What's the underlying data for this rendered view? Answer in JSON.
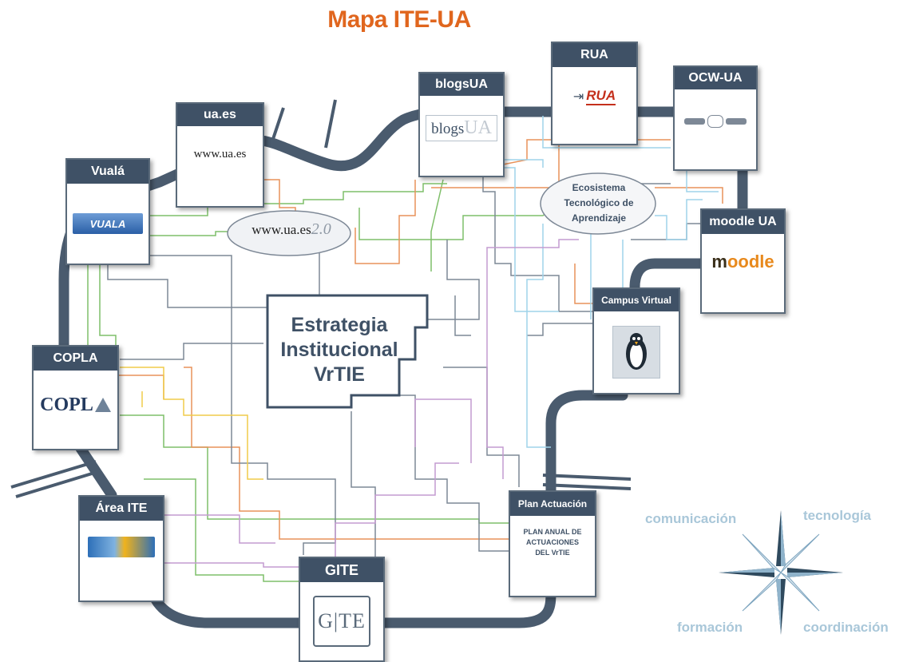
{
  "title": "Mapa ITE-UA",
  "nodes": {
    "vuala": {
      "header": "Vualá",
      "logo": "VUALA"
    },
    "uaes": {
      "header": "ua.es",
      "text": "www.ua.es"
    },
    "blogsua": {
      "header": "blogsUA",
      "logo_a": "blogs",
      "logo_b": "UA"
    },
    "rua": {
      "header": "RUA",
      "logo": "RUA"
    },
    "ocwua": {
      "header": "OCW-UA"
    },
    "moodle": {
      "header": "moodle UA",
      "logo_m": "m",
      "logo_rest": "oodle"
    },
    "campus": {
      "header": "Campus Virtual"
    },
    "copla": {
      "header": "COPLA",
      "logo": "COPL"
    },
    "area": {
      "header": "Área ITE"
    },
    "gite": {
      "header": "GITE",
      "logo": "G|TE"
    },
    "plan": {
      "header": "Plan Actuación",
      "body_lines": [
        "PLAN ANUAL DE",
        "ACTUACIONES",
        "DEL VrTIE"
      ]
    }
  },
  "web20": {
    "text": "www.ua.es",
    "suffix": "2.0"
  },
  "ecosistema": {
    "lines": [
      "Ecosistema",
      "Tecnológico de",
      "Aprendizaje"
    ]
  },
  "center": {
    "lines": [
      "Estrategia",
      "Institucional",
      "VrTIE"
    ]
  },
  "compass": {
    "top_left": "comunicación",
    "top_right": "tecnología",
    "bottom_left": "formación",
    "bottom_right": "coordinación"
  },
  "colors": {
    "title": "#e0661e",
    "road": "#4a5b6e",
    "header": "#3f5166",
    "compass": "#a9c7d9",
    "line_green": "#7fbf6a",
    "line_orange": "#e8925a",
    "line_gray": "#7d8896",
    "line_lightblue": "#9fd3ea",
    "line_violet": "#c49bd0",
    "line_yellow": "#f0cc4a"
  }
}
